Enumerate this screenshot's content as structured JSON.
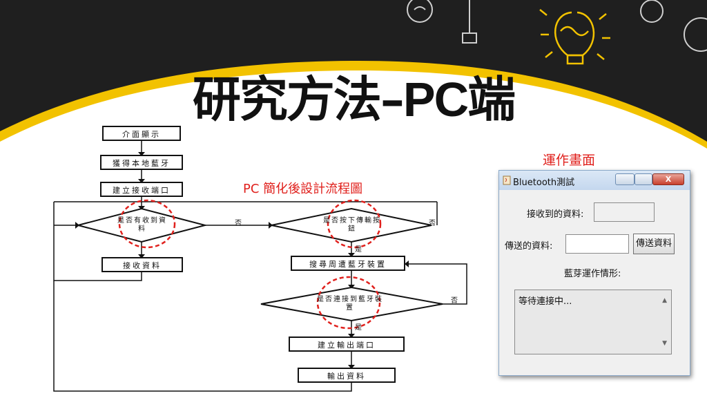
{
  "slide_title": {
    "main": "研究方法–",
    "suffix": "PC端"
  },
  "flowchart_caption": "PC  簡化後設計流程圖",
  "screen_caption": "運作畫面",
  "flowchart": {
    "boxes": [
      "介面顯示",
      "獲得本地藍牙",
      "建立接收端口",
      "接收資料",
      "搜尋周遭藍牙裝置",
      "建立輸出端口",
      "輸出資料"
    ],
    "decisions": [
      "是否有收到資料",
      "是否按下傳輸按鈕",
      "是否連接到藍牙裝置"
    ],
    "no_label": "否",
    "yes_label": "是"
  },
  "app_window": {
    "title": "Bluetooth測試",
    "received_label": "接收到的資料:",
    "sent_label": "傳送的資料:",
    "send_button": "傳送資料",
    "status_label": "藍芽運作情形:",
    "status_text": "等待連接中...",
    "close_button": "X"
  },
  "colors": {
    "chalkboard": "#1e1e1e",
    "swoosh": "#f2c200",
    "highlight_circle": "#e0201c",
    "caption": "#e0201c"
  }
}
